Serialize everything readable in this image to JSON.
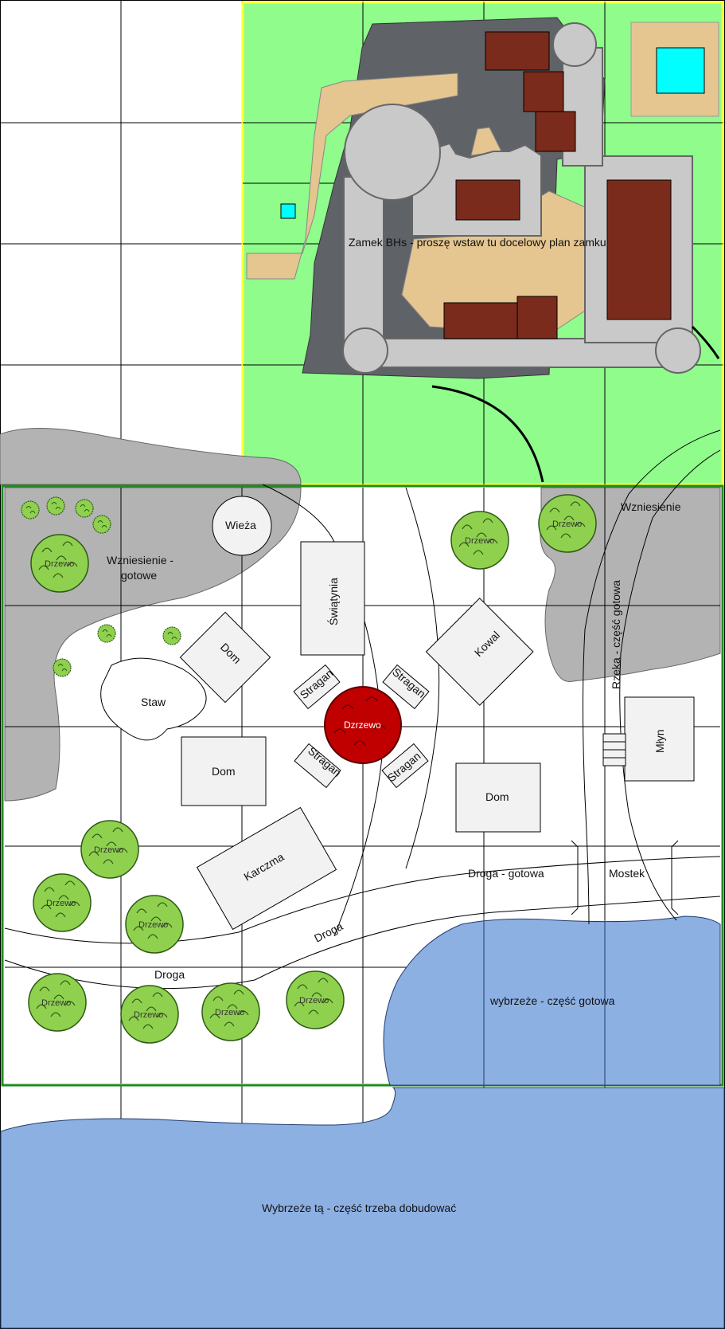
{
  "labels": {
    "castle": "Zamek BHs - proszę wstaw tu docelowy plan zamku",
    "tower": "Wieża",
    "hill_left": "Wzniesienie -",
    "hill_left_2": "gotowe",
    "hill_right": "Wzniesienie",
    "temple": "Świątynia",
    "blacksmith": "Kowal",
    "house": "Dom",
    "pond": "Staw",
    "stall": "Stragan",
    "inn": "Karczma",
    "mill": "Młyn",
    "river": "Rzeka - część gotowa",
    "road_done": "Droga - gotowa",
    "bridge": "Mostek",
    "road": "Droga",
    "coast_done": "wybrzeże - część gotowa",
    "coast_todo": "Wybrzeże tą - część trzeba dobudować",
    "tree": "Drzewo",
    "red_tree": "Dzrzewo",
    "tree_short": "Drzewo"
  },
  "colors": {
    "grass": "#8ffc8c",
    "rock": "#5f6368",
    "wall": "#c9c9c9",
    "roof": "#7a2b1c",
    "sand": "#e5c690",
    "water": "#00ffff",
    "hill": "#b3b3b3",
    "sea": "#8db0e3",
    "tree": "#8fd14f",
    "red_tree": "#c00000",
    "building": "#f2f2f2",
    "castle_border": "#ffff33",
    "town_border": "#1f8c1f"
  }
}
